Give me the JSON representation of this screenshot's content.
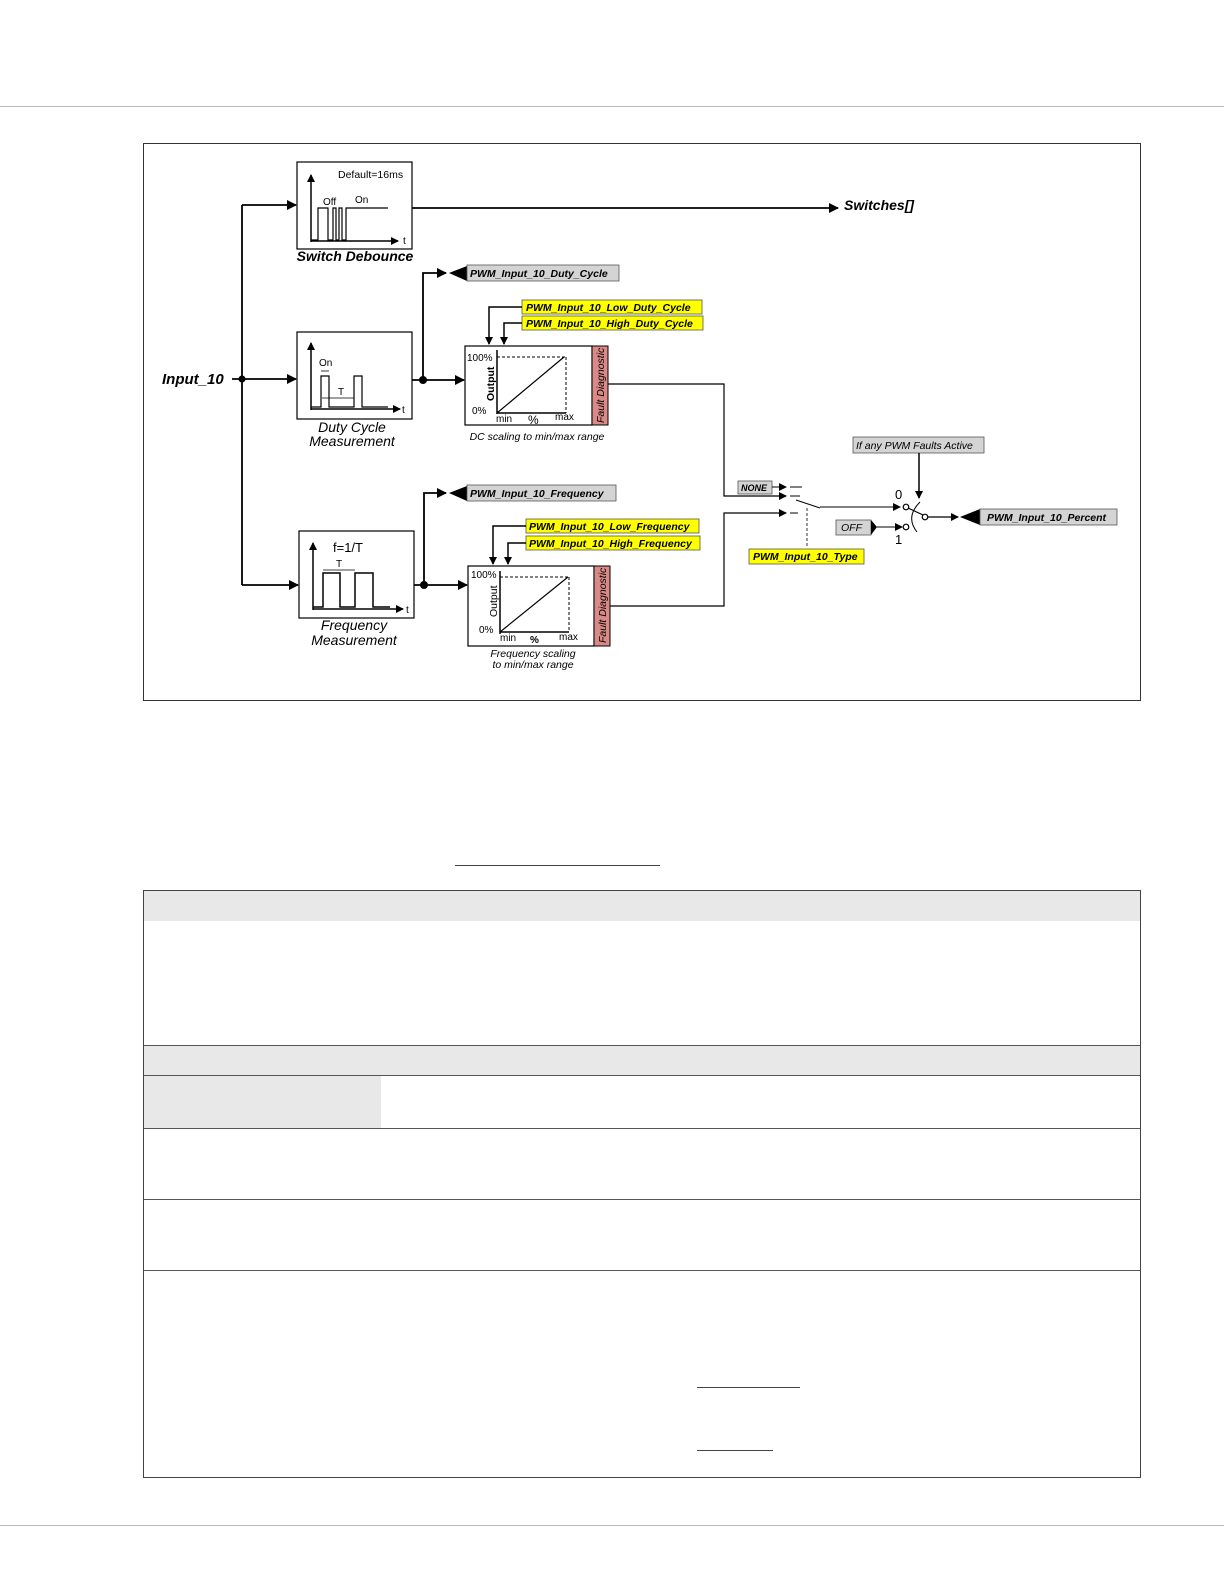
{
  "diagram": {
    "input_label": "Input_10",
    "switch_debounce": {
      "title": "Switch Debounce",
      "default_note": "Default=16ms",
      "off_label": "Off",
      "on_label": "On",
      "t_label": "t"
    },
    "switches_output": "Switches[]",
    "duty_cycle": {
      "title_line1": "Duty Cycle",
      "title_line2": "Measurement",
      "on_label": "On",
      "T_label": "T",
      "t_label": "t"
    },
    "frequency": {
      "title_line1": "Frequency",
      "title_line2": "Measurement",
      "formula": "f=1/T",
      "T_label": "T",
      "t_label": "t"
    },
    "pwm_duty_cycle_out": "PWM_Input_10_Duty_Cycle",
    "pwm_low_duty": "PWM_Input_10_Low_Duty_Cycle",
    "pwm_high_duty": "PWM_Input_10_High_Duty_Cycle",
    "pwm_frequency_out": "PWM_Input_10_Frequency",
    "pwm_low_freq": "PWM_Input_10_Low_Frequency",
    "pwm_high_freq": "PWM_Input_10_High_Frequency",
    "dc_scaling": {
      "y_max": "100%",
      "y_min": "0%",
      "y_axis": "Output",
      "x_min": "min",
      "x_unit": "%",
      "x_max": "max",
      "fault": "Fault Diagnostic",
      "caption": "DC scaling to min/max range"
    },
    "freq_scaling": {
      "y_max": "100%",
      "y_min": "0%",
      "y_axis": "Output",
      "x_min": "min",
      "x_unit": "%",
      "x_max": "max",
      "fault": "Fault Diagnostic",
      "caption_line1": "Frequency scaling",
      "caption_line2": "to min/max range"
    },
    "none_label": "NONE",
    "off_label": "OFF",
    "type_label": "PWM_Input_10_Type",
    "faults_label": "If any PWM Faults Active",
    "switch_0": "0",
    "switch_1": "1",
    "percent_out": "PWM_Input_10_Percent"
  },
  "colors": {
    "highlight_yellow": "#ffff00",
    "label_gray": "#d4d4d4",
    "fault_red": "#d98a86",
    "table_shade": "#e8e8e8"
  }
}
